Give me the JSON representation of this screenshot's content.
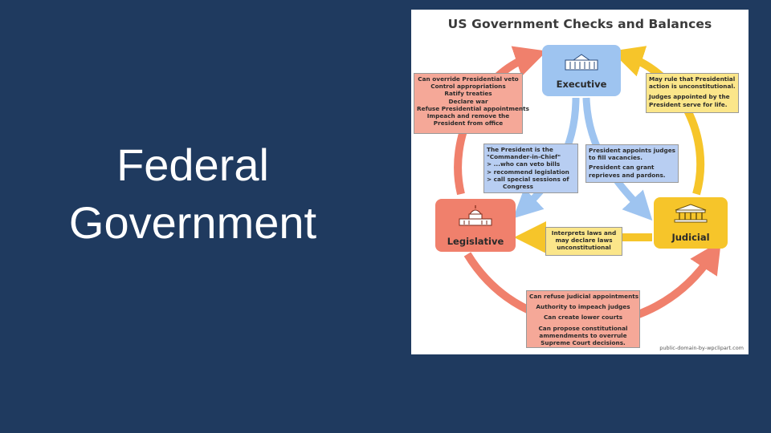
{
  "slide": {
    "title_line1": "Federal",
    "title_line2": "Government"
  },
  "diagram": {
    "title": "US Government Checks and Balances",
    "branches": {
      "executive": "Executive",
      "legislative": "Legislative",
      "judicial": "Judicial"
    },
    "legislative_over_executive": [
      "Can override Presidential veto",
      "Control appropriations",
      "Ratify treaties",
      "Declare war",
      "Refuse Presidential appointments",
      "Impeach and remove the",
      "President from office"
    ],
    "judicial_over_executive": [
      "May rule that Presidential",
      "action is unconstitutional.",
      "Judges appointed by the",
      "President serve for life."
    ],
    "executive_over_legislative": [
      "The President is the",
      "\"Commander-in-Chief\"",
      "> ...who can veto bills",
      "> recommend legislation",
      "> call special sessions of",
      "Congress"
    ],
    "executive_over_judicial": [
      "President appoints judges",
      "to fill vacancies.",
      "President can grant",
      "reprieves and pardons."
    ],
    "judicial_over_legislative": [
      "Interprets laws and",
      "may declare laws",
      "unconstitutional"
    ],
    "legislative_over_judicial": [
      "Can refuse judicial appointments",
      "Authority to impeach judges",
      "Can create lower courts",
      "Can propose constitutional",
      "ammendments to overrule",
      "Supreme Court decisions."
    ],
    "credit": "public-domain-by-wpclipart.com",
    "colors": {
      "slide_background": "#1f3a5f",
      "executive": "#9ec4f0",
      "legislative": "#f0806c",
      "judicial": "#f6c52a"
    }
  }
}
